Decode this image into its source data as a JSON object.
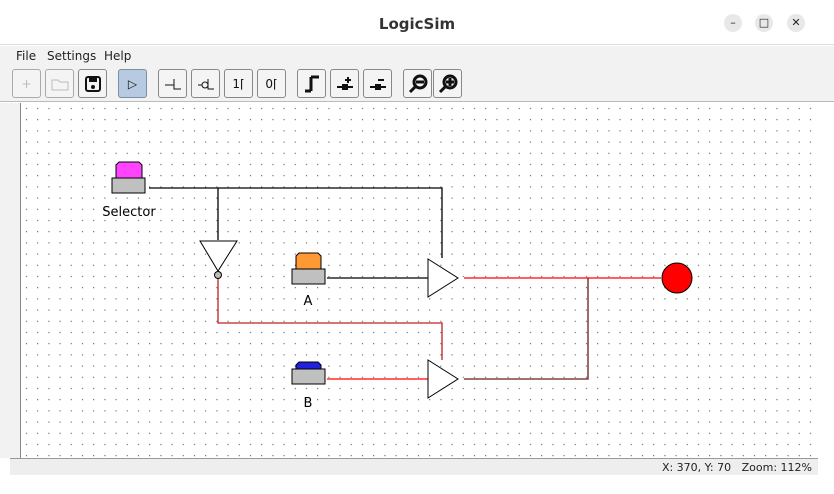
{
  "window": {
    "title": "LogicSim",
    "minimize": "–",
    "maximize": "□",
    "close": "✕"
  },
  "menu": [
    "File",
    "Settings",
    "Help"
  ],
  "toolbar": {
    "new": "+",
    "open": "",
    "save": "",
    "simulate": "▷",
    "input_on": "1⌈",
    "input_off": "0⌈"
  },
  "circuit": {
    "labels": {
      "selector": "Selector",
      "a": "A",
      "b": "B"
    },
    "colors": {
      "selector": "#ff44ff",
      "a": "#ff9933",
      "b": "#2020dd",
      "lamp": "#ff0000",
      "active_wire": "#ff0000"
    }
  },
  "status": {
    "coords": "X: 370, Y: 70",
    "zoom": "Zoom: 112%"
  }
}
